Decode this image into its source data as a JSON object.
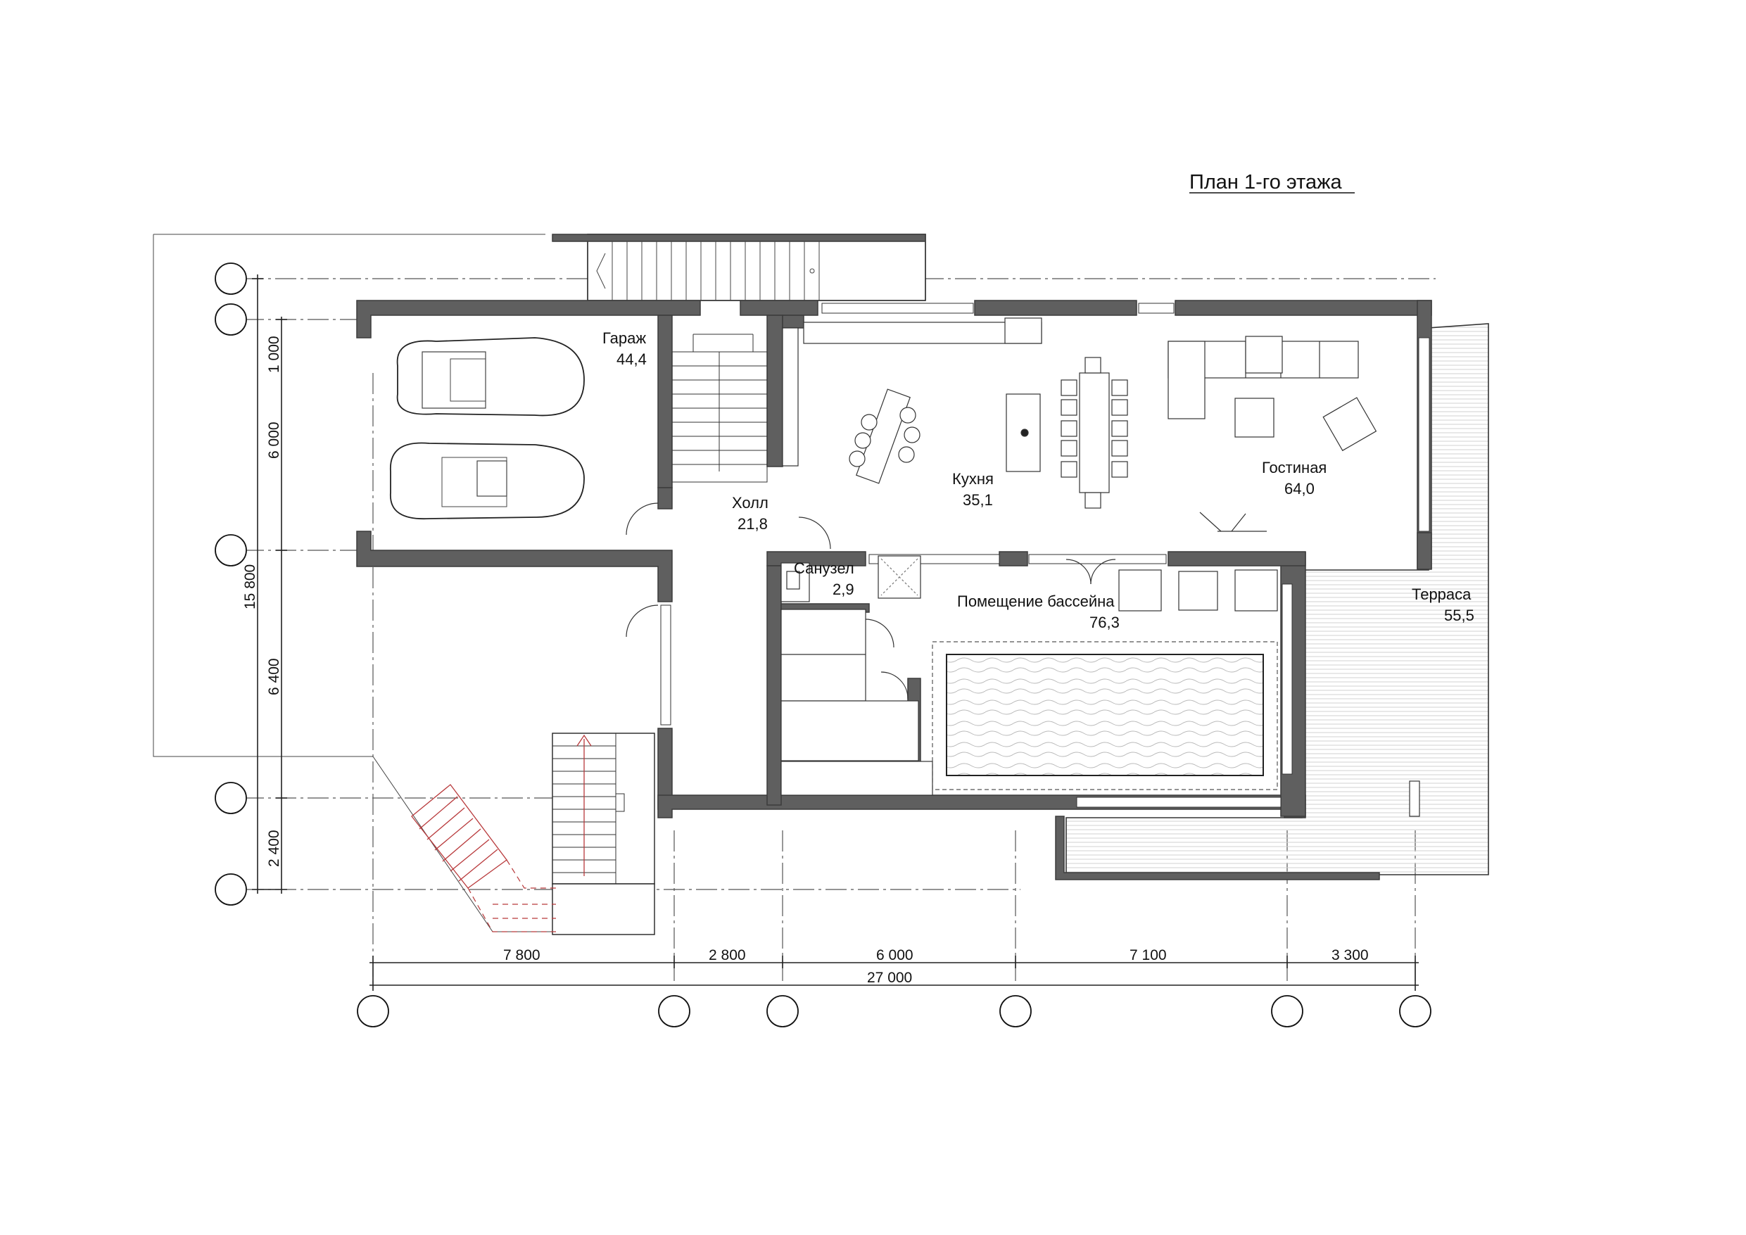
{
  "title": "План 1-го этажа",
  "rooms": {
    "garage": {
      "name": "Гараж",
      "area": "44,4"
    },
    "hall": {
      "name": "Холл",
      "area": "21,8"
    },
    "kitchen": {
      "name": "Кухня",
      "area": "35,1"
    },
    "living": {
      "name": "Гостиная",
      "area": "64,0"
    },
    "bathroom": {
      "name": "Санузел",
      "area": "2,9"
    },
    "pool": {
      "name": "Помещение бассейна",
      "area": "76,3"
    },
    "terrace": {
      "name": "Терраса",
      "area": "55,5"
    }
  },
  "dimensions": {
    "horizontal": [
      "7 800",
      "2 800",
      "6 000",
      "7 100",
      "3 300"
    ],
    "horizontal_total": "27 000",
    "vertical": [
      "1 000",
      "6 000",
      "6 400",
      "2 400"
    ],
    "vertical_total": "15 800"
  }
}
